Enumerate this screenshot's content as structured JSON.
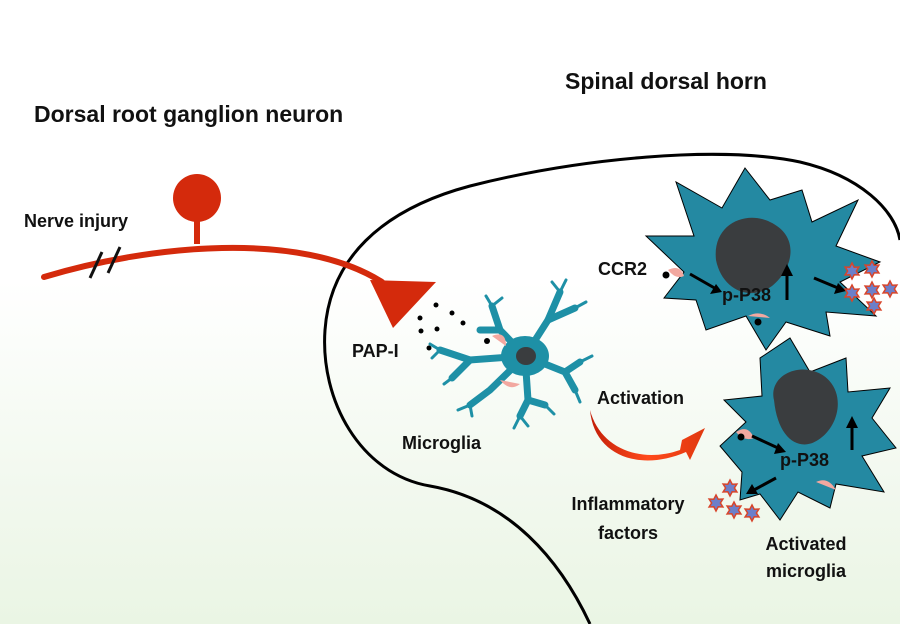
{
  "labels": {
    "drg_title": "Dorsal root ganglion neuron",
    "spinal_title": "Spinal dorsal horn",
    "nerve_injury": "Nerve injury",
    "pap": "PAP-I",
    "ccr2": "CCR2",
    "microglia": "Microglia",
    "activation": "Activation",
    "pp38_top": "p-P38",
    "pp38_bottom": "p-P38",
    "inflammatory_1": "Inflammatory",
    "inflammatory_2": "factors",
    "activated_1": "Activated",
    "activated_2": "microglia"
  },
  "colors": {
    "neuron": "#d42a0c",
    "microglia": "#1e90a6",
    "activated_microglia": "#2489a2",
    "nucleus": "#3a3d3f",
    "receptor": "#f2a8a0",
    "factor_fill": "#6d7fc9",
    "factor_stroke": "#d8452b",
    "outline": "#000000"
  },
  "icons": {
    "neuron": "neuron-soma-icon",
    "resting_cell": "resting-microglia-icon",
    "activated_cell": "activated-microglia-icon",
    "factor": "star-icon",
    "curved_arrow": "curved-arrow-icon"
  }
}
